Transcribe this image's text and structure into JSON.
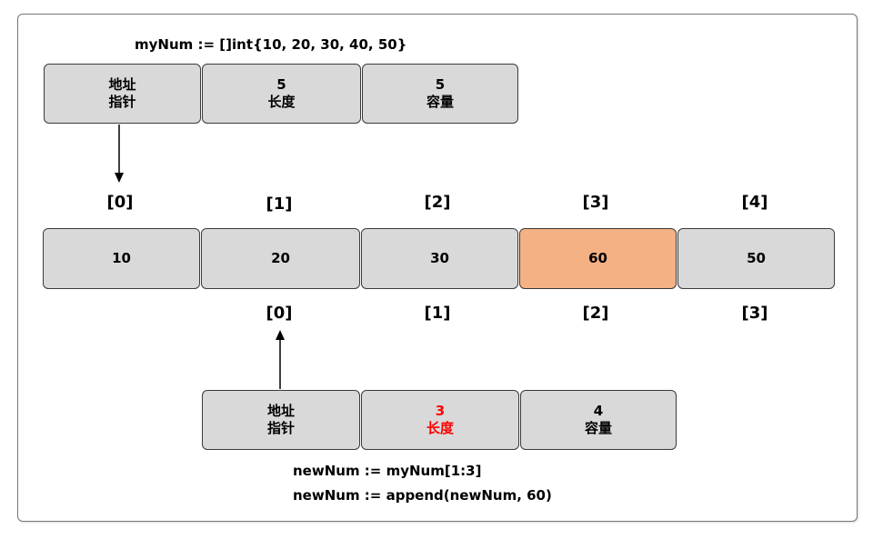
{
  "top": {
    "code": "myNum := []int{10, 20, 30, 40, 50}",
    "header": {
      "ptr_line1": "地址",
      "ptr_line2": "指针",
      "len_value": "5",
      "len_label": "长度",
      "cap_value": "5",
      "cap_label": "容量"
    }
  },
  "array": {
    "top_indices": [
      "[0]",
      "[1]",
      "[2]",
      "[3]",
      "[4]"
    ],
    "values": [
      "10",
      "20",
      "30",
      "60",
      "50"
    ],
    "bottom_indices": [
      "[0]",
      "[1]",
      "[2]",
      "[3]"
    ],
    "highlight_color": "#f4b183"
  },
  "bottom": {
    "header": {
      "ptr_line1": "地址",
      "ptr_line2": "指针",
      "len_value": "3",
      "len_label": "长度",
      "cap_value": "4",
      "cap_label": "容量"
    },
    "code_line1": "newNum := myNum[1:3]",
    "code_line2": "newNum := append(newNum, 60)",
    "accent_color": "#ff0000"
  }
}
